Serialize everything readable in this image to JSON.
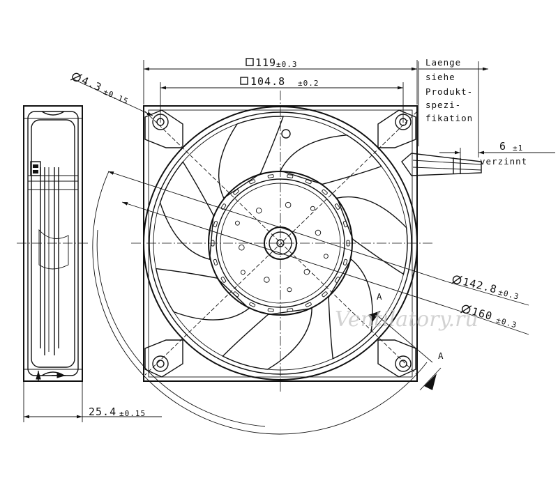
{
  "dimensions": {
    "frame_width": {
      "value": "119",
      "tol": "±0.3"
    },
    "hole_pitch": {
      "value": "104.8",
      "tol": "±0.2"
    },
    "hole_diameter": {
      "value": "4.3",
      "tol": "±0.15"
    },
    "depth": {
      "value": "25.4",
      "tol": "±0.15"
    },
    "impeller_diameter": {
      "value": "142.8",
      "tol": "±0.3"
    },
    "swept_diameter": {
      "value": "160",
      "tol": "±0.3"
    },
    "lead_strip": {
      "value": "6",
      "tol": "±1",
      "label": "verzinnt"
    }
  },
  "lead_length_note": [
    "Laenge",
    "siehe",
    "Produkt-",
    "spezi-",
    "fikation"
  ],
  "view_marker": "A",
  "section_marker": "A",
  "side_view_marker": "↑",
  "watermark": "Ventilatory.ru"
}
